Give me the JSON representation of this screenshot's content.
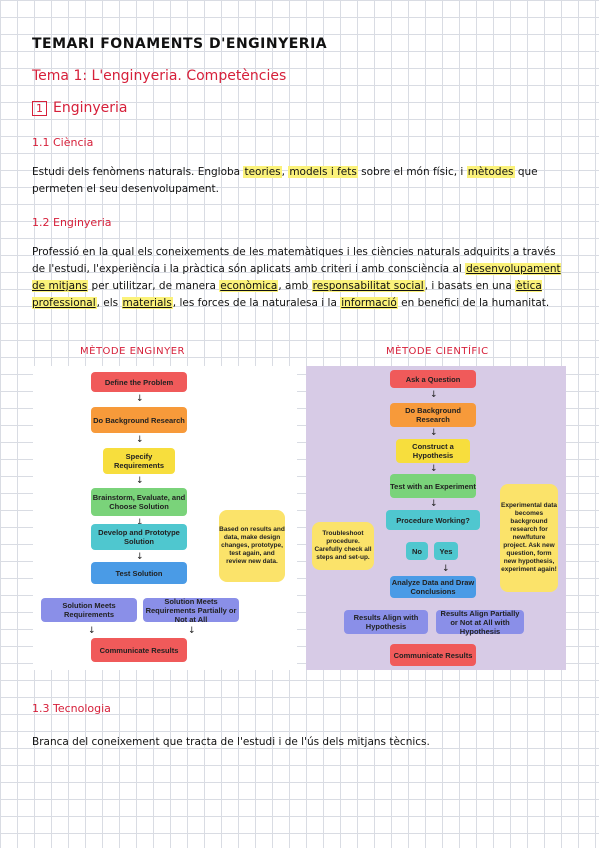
{
  "title": "TEMARI FONAMENTS D'ENGINYERIA",
  "topic": "Tema 1: L'enginyeria. Competències",
  "section": {
    "number": "1",
    "label": "Enginyeria"
  },
  "sub1": {
    "heading": "1.1 Ciència",
    "text_a": "Estudi dels fenòmens naturals. Engloba ",
    "hl_a": "teories",
    "text_b": ", ",
    "hl_b": "models i fets",
    "text_c": " sobre el món físic, i ",
    "hl_c": "mètodes",
    "text_d": " que permeten el seu desenvolupament."
  },
  "sub2": {
    "heading": "1.2 Enginyeria",
    "t1": "Professió en la qual els coneixements de les matemàtiques i les ciències naturals adquirits a través de l'estudi, l'experiència i la pràctica són aplicats amb criteri i amb consciència al ",
    "h1": "desenvolupament de mitjans",
    "t2": " per utilitzar, de manera ",
    "h2": "econòmica",
    "t3": ", amb ",
    "h3": "responsabilitat social",
    "t4": ", i basats en una ",
    "h4": "ètica professional",
    "t5": ", els ",
    "h5": "materials",
    "t6": ", les forces de la naturalesa i la ",
    "h6": "informació",
    "t7": " en benefici de la humanitat."
  },
  "methods": {
    "engineer_label": "MÈTODE ENGINYER",
    "scientific_label": "MÈTODE CIENTÍFIC"
  },
  "engineer": {
    "define": "Define the Problem",
    "background": "Do Background Research",
    "specify": "Specify Requirements",
    "brainstorm": "Brainstorm, Evaluate, and Choose Solution",
    "develop": "Develop and Prototype Solution",
    "test": "Test Solution",
    "meets": "Solution Meets Requirements",
    "partial": "Solution Meets Requirements Partially or Not at All",
    "communicate": "Communicate Results",
    "note": "Based on results and data, make design changes, prototype, test again, and review new data."
  },
  "scientific": {
    "ask": "Ask a Question",
    "background": "Do Background Research",
    "hypothesis": "Construct a Hypothesis",
    "test": "Test with an Experiment",
    "working": "Procedure Working?",
    "no": "No",
    "yes": "Yes",
    "troubleshoot": "Troubleshoot procedure. Carefully check all steps and set-up.",
    "analyze": "Analyze Data and Draw Conclusions",
    "align": "Results Align with Hypothesis",
    "partial": "Results Align Partially or Not at All with Hypothesis",
    "communicate": "Communicate Results",
    "note": "Experimental data becomes background research for new/future project. Ask new question, form new hypothesis, experiment again!"
  },
  "sub3": {
    "heading": "1.3 Tecnologia",
    "text": "Branca del coneixement que tracta de l'estudi i de l'ús dels mitjans tècnics."
  }
}
